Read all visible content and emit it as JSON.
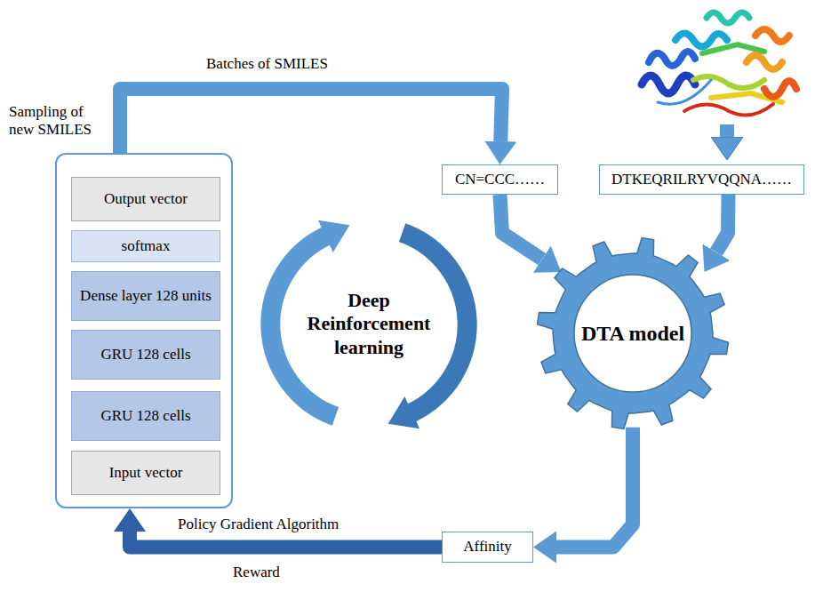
{
  "diagram": {
    "nodes": [
      {
        "text": [
          "Sampling of new SMILES"
        ]
      },
      {
        "text": [
          "Output vector"
        ],
        "in": 0
      },
      {
        "text": [
          "softmax"
        ],
        "in": 0
      },
      {
        "text": [
          "Dense layer 128 units"
        ],
        "in": 0
      },
      {
        "text": [
          "GRU 128 cells"
        ],
        "in": 0
      },
      {
        "text": [
          "GRU 128 cells"
        ],
        "in": 0
      },
      {
        "text": [
          "Input vector"
        ],
        "in": 0
      },
      {
        "text": [
          "CN=CCC……"
        ]
      },
      {
        "text": [
          "DTKEQRILRYVQQNA……"
        ]
      },
      {
        "text": [
          "DTA model"
        ]
      },
      {
        "text": [
          "Affinity"
        ]
      }
    ],
    "edges": [
      {
        "from": 0,
        "to": 7,
        "label": "Batches of SMILES",
        "arrow": "to"
      },
      {
        "from": 7,
        "to": 9,
        "arrow": "to"
      },
      {
        "from": 8,
        "to": 9,
        "arrow": "to"
      },
      {
        "from": 9,
        "to": 10,
        "arrow": "to"
      },
      {
        "from": 10,
        "to": 0,
        "label": "Policy Gradient Algorithm",
        "arrow": "to"
      }
    ],
    "labels": [
      "Deep Reinforcement learning",
      "Reward"
    ]
  }
}
